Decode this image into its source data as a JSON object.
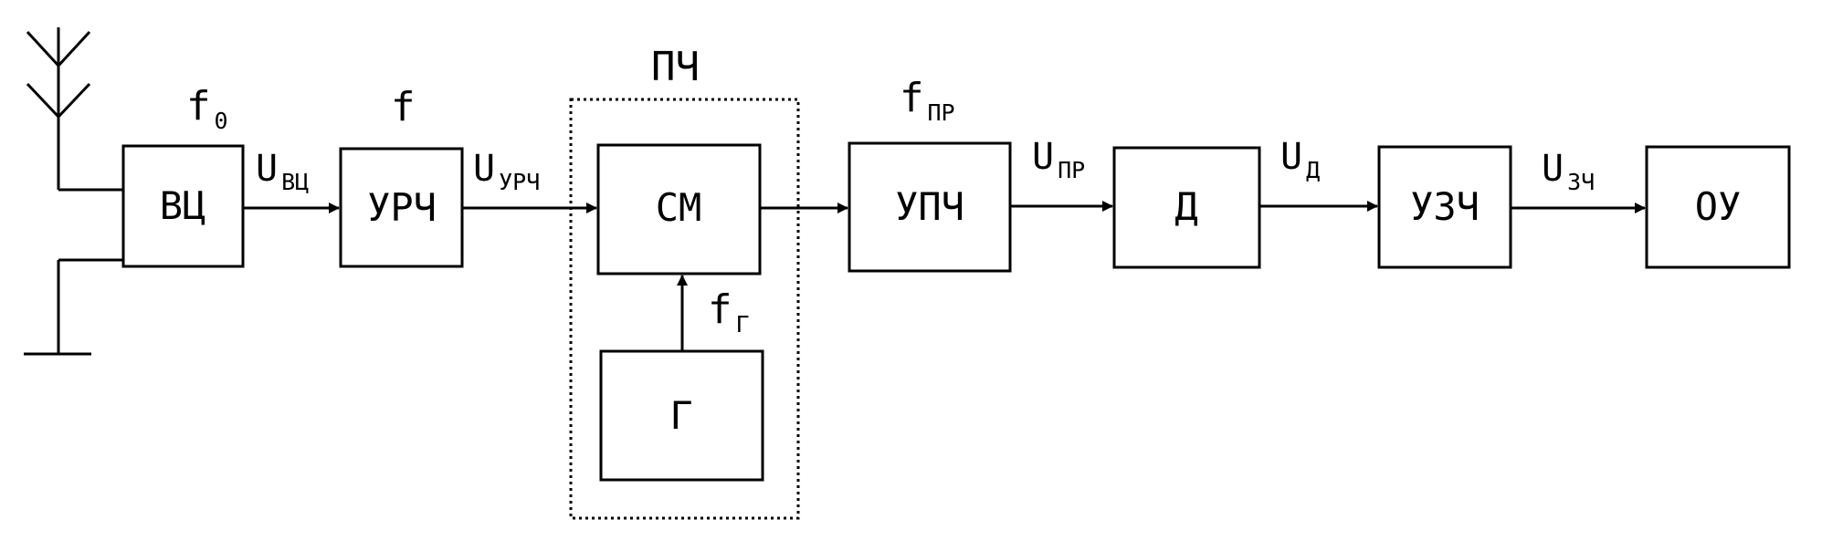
{
  "blocks": {
    "vc": "ВЦ",
    "urch": "УРЧ",
    "sm": "СМ",
    "g": "Г",
    "upch": "УПЧ",
    "d": "Д",
    "uzch": "УЗЧ",
    "ou": "ОУ"
  },
  "group_label": "ПЧ",
  "frequencies": {
    "f0": {
      "main": "f",
      "sub": "0"
    },
    "f": {
      "main": "f"
    },
    "fpr": {
      "main": "f",
      "sub": "ПР"
    },
    "fg": {
      "main": "f",
      "sub": "Г"
    }
  },
  "signals": {
    "u_vc": {
      "main": "U",
      "sub": "ВЦ"
    },
    "u_urch": {
      "main": "U",
      "sub": "УРЧ"
    },
    "u_pr": {
      "main": "U",
      "sub": "ПР"
    },
    "u_d": {
      "main": "U",
      "sub": "Д"
    },
    "u_zch": {
      "main": "U",
      "sub": "ЗЧ"
    }
  }
}
